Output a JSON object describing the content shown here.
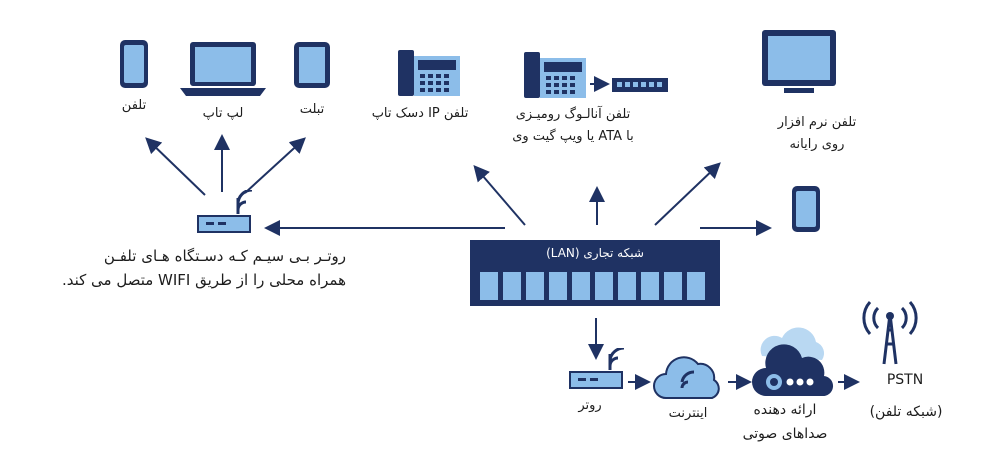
{
  "devices": {
    "phone_top": "تلفن",
    "laptop": "لپ تاپ",
    "tablet": "تبلت",
    "ip_desk_phone": "تلفن IP دسک تاپ",
    "analog_phone": "تلفن آنالـوگ رومیـزی\nبا ATA یا ویپ گیت وی",
    "softphone": "تلفن نرم افزار\nروی رایانه"
  },
  "router_wifi_caption": "روتـر بـی سیـم کـه دسـتگاه هـای تلفـن\nهمراه محلی را از طریق WIFI متصل می کند.",
  "lan_label": "شبکه تجاری (LAN)",
  "bottom": {
    "router": "روتر",
    "internet": "اینترنت",
    "voice_provider": "ارائه دهنده\nصداهای صوتی",
    "pstn": "PSTN",
    "pstn_sub": "(شبکه تلفن)"
  },
  "colors": {
    "navy": "#1f3263",
    "light_blue": "#8cbde9",
    "arrow": "#1f3263"
  }
}
